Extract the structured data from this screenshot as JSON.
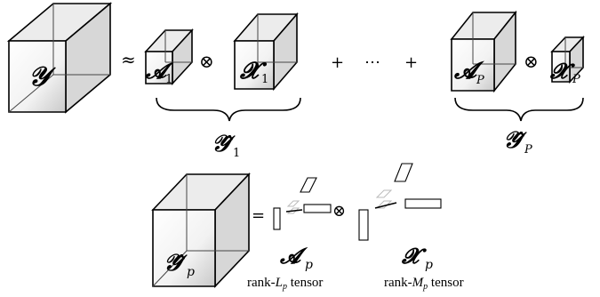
{
  "equation_top": {
    "lhs": "𝒴",
    "approx": "≈",
    "otimes": "⊗",
    "plus": "+",
    "dots": "⋯",
    "term1": {
      "A": "𝓐",
      "A_sub": "1",
      "X": "𝓧",
      "X_sub": "1"
    },
    "termP": {
      "A": "𝓐",
      "A_sub": "P",
      "X": "𝓧",
      "X_sub": "P"
    },
    "brace1_label": "𝒴̂",
    "brace1_sub": "1",
    "braceP_label": "𝒴̂",
    "braceP_sub": "P"
  },
  "equation_bottom": {
    "lhs": "𝒴̂",
    "lhs_sub": "p",
    "equals": "=",
    "otimes": "⊗",
    "A_label": "𝓐",
    "A_sub": "p",
    "A_caption_pre": "rank-",
    "A_caption_var": "L",
    "A_caption_sub": "p",
    "A_caption_post": " tensor",
    "X_label": "𝓧",
    "X_sub": "p",
    "X_caption_pre": "rank-",
    "X_caption_var": "M",
    "X_caption_sub": "p",
    "X_caption_post": " tensor"
  }
}
